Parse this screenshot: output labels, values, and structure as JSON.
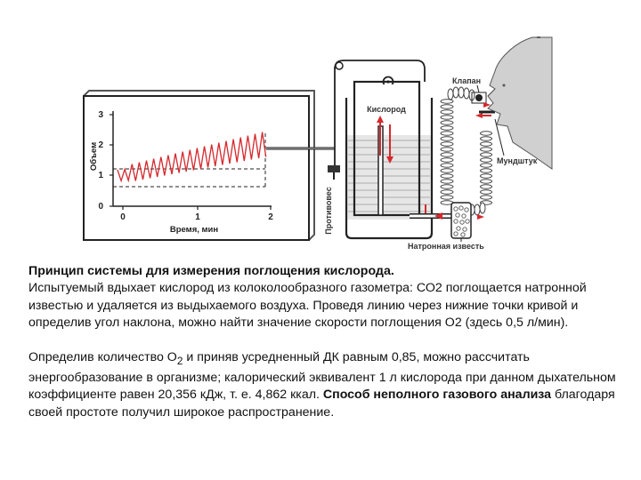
{
  "diagram": {
    "chart": {
      "ylabel": "Объем",
      "y_ticks": [
        "0",
        "1",
        "2",
        "3"
      ],
      "x_ticks": [
        "0",
        "1",
        "2"
      ],
      "xlabel": "Время, мин"
    },
    "labels": {
      "oxygen": "Кислород",
      "counterweight": "Противовес",
      "valve": "Клапан",
      "mouthpiece": "Мундштук",
      "soda_lime": "Натронная известь"
    }
  },
  "text": {
    "title": "Принцип системы для измерения поглощения кислорода.",
    "p1": "Испытуемый вдыхает кислород из колоколообразного газометра: СО2 поглощается натронной известью и удаляется из выдыхаемого воздуха. Проведя линию через нижние точки кривой и определив угол наклона, можно найти значение скорости поглощения О2  (здесь 0,5 л/мин).",
    "p2_a": "Определив количество О",
    "p2_sub": "2",
    "p2_b": " и приняв усредненный ДК равным 0,85, можно рассчитать энергообразование в организме; калорический эквивалент 1 л кислорода при данном дыхательном коэффициенте равен 20,356 кДж, т. е. 4,862 ккал. ",
    "p2_bold": "Способ неполного газового анализа",
    "p2_c": " благодаря своей простоте получил широкое распространение."
  }
}
